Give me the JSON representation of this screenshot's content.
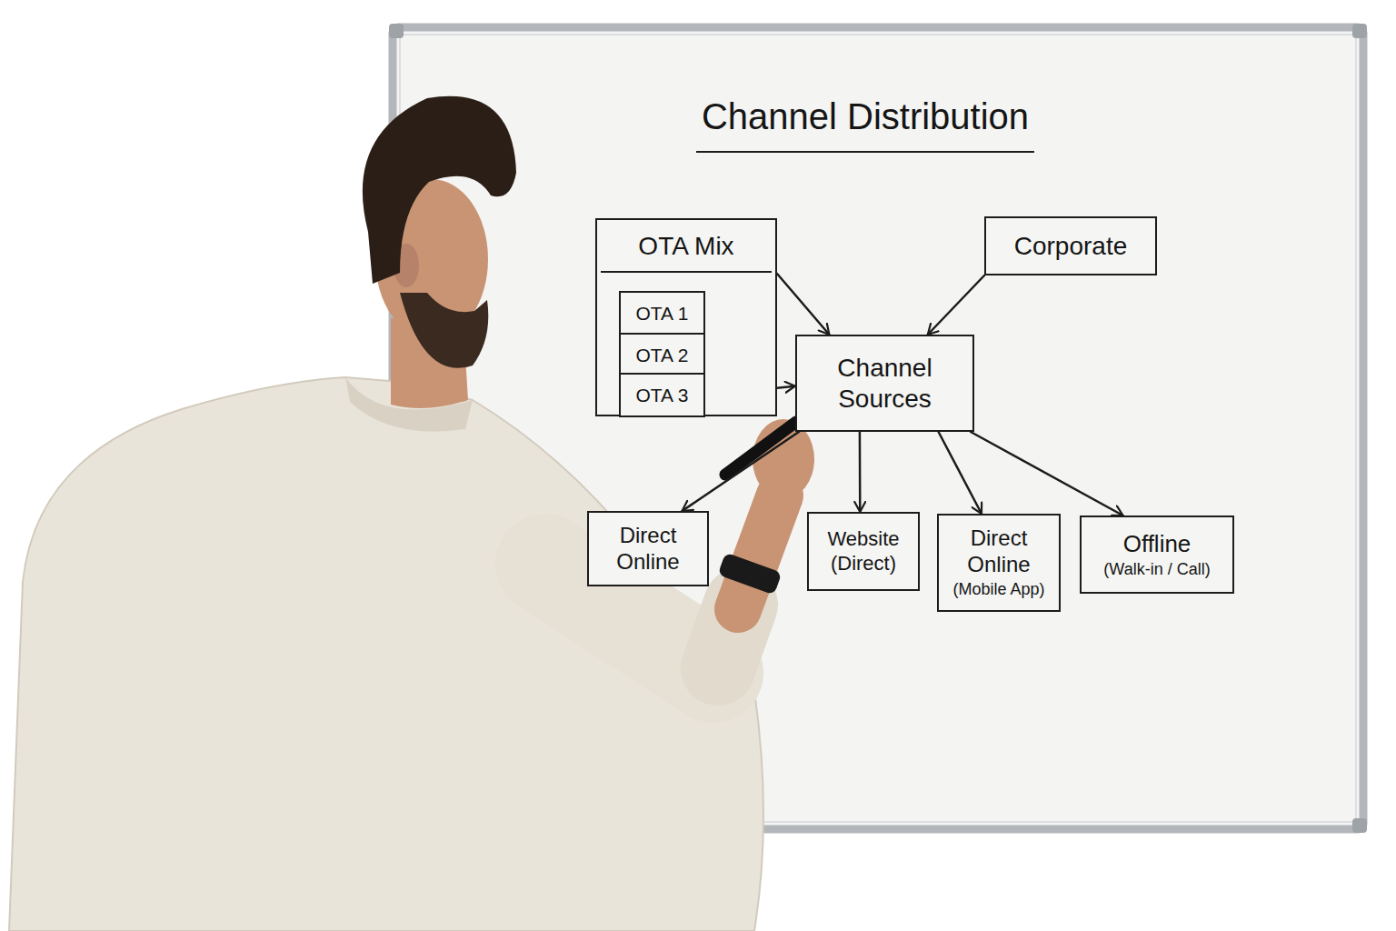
{
  "diagram": {
    "title": "Channel Distribution",
    "nodes": [
      {
        "text": [
          "OTA Mix"
        ]
      },
      {
        "text": [
          "OTA 1"
        ],
        "in": 0
      },
      {
        "text": [
          "OTA 2"
        ],
        "in": 0
      },
      {
        "text": [
          "OTA 3"
        ],
        "in": 0
      },
      {
        "text": [
          "Corporate"
        ]
      },
      {
        "text": [
          "Channel Sources"
        ]
      },
      {
        "text": [
          "Direct Online"
        ]
      },
      {
        "text": [
          "Website (Direct)"
        ]
      },
      {
        "text": [
          "Direct Online",
          "(Mobile App)"
        ]
      },
      {
        "text": [
          "Offline",
          "(Walk-in / Call)"
        ]
      }
    ],
    "edges": [
      {
        "from": 0,
        "to": 5,
        "arrow": "to"
      },
      {
        "from": 3,
        "to": 5,
        "arrow": "to"
      },
      {
        "from": 4,
        "to": 5,
        "arrow": "to"
      },
      {
        "from": 5,
        "to": 6,
        "arrow": "to"
      },
      {
        "from": 5,
        "to": 7,
        "arrow": "to"
      },
      {
        "from": 5,
        "to": 8,
        "arrow": "to"
      },
      {
        "from": 5,
        "to": 9,
        "arrow": "to"
      }
    ]
  }
}
